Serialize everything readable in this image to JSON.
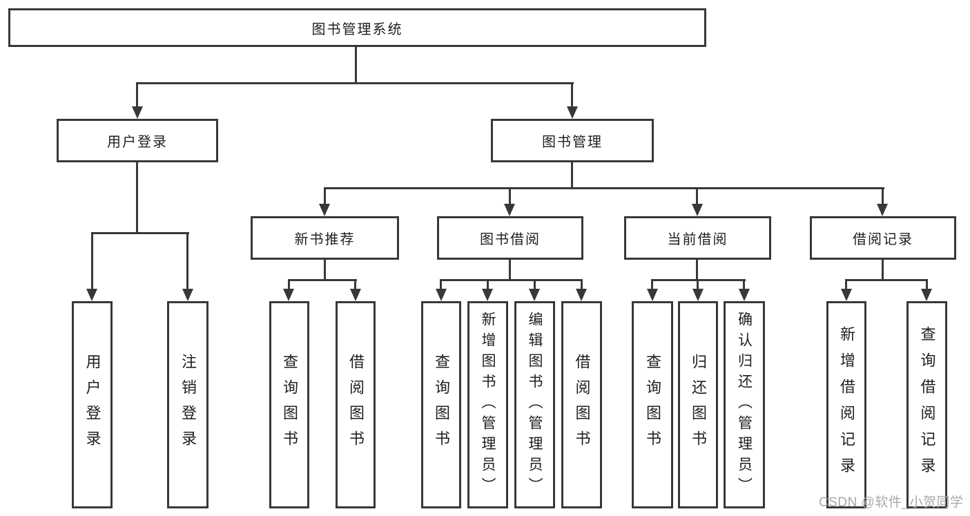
{
  "diagram": {
    "root": {
      "label": "图书管理系统"
    },
    "level2": {
      "user_login": {
        "label": "用户登录"
      },
      "book_mgmt": {
        "label": "图书管理"
      }
    },
    "level3": {
      "new_rec": {
        "label": "新书推荐"
      },
      "borrow": {
        "label": "图书借阅"
      },
      "current": {
        "label": "当前借阅"
      },
      "records": {
        "label": "借阅记录"
      }
    },
    "leaves": {
      "ul_login": {
        "label": "用户登录"
      },
      "ul_logout": {
        "label": "注销登录"
      },
      "nr_query": {
        "label": "查询图书"
      },
      "nr_borrow": {
        "label": "借阅图书"
      },
      "bb_query": {
        "label": "查询图书"
      },
      "bb_add": {
        "label": "新增图书（管理员）"
      },
      "bb_edit": {
        "label": "编辑图书（管理员）"
      },
      "bb_borrow": {
        "label": "借阅图书"
      },
      "cb_query": {
        "label": "查询图书"
      },
      "cb_return": {
        "label": "归还图书"
      },
      "cb_confirm": {
        "label": "确认归还（管理员）"
      },
      "br_add": {
        "label": "新增借阅记录"
      },
      "br_query": {
        "label": "查询借阅记录"
      }
    },
    "watermark": {
      "text": "CSDN @软件_小贺同学"
    },
    "colors": {
      "line": "#383838",
      "text": "#1f1f1f",
      "box_background": "#ffffff",
      "watermark": "#a9a9a9"
    }
  }
}
